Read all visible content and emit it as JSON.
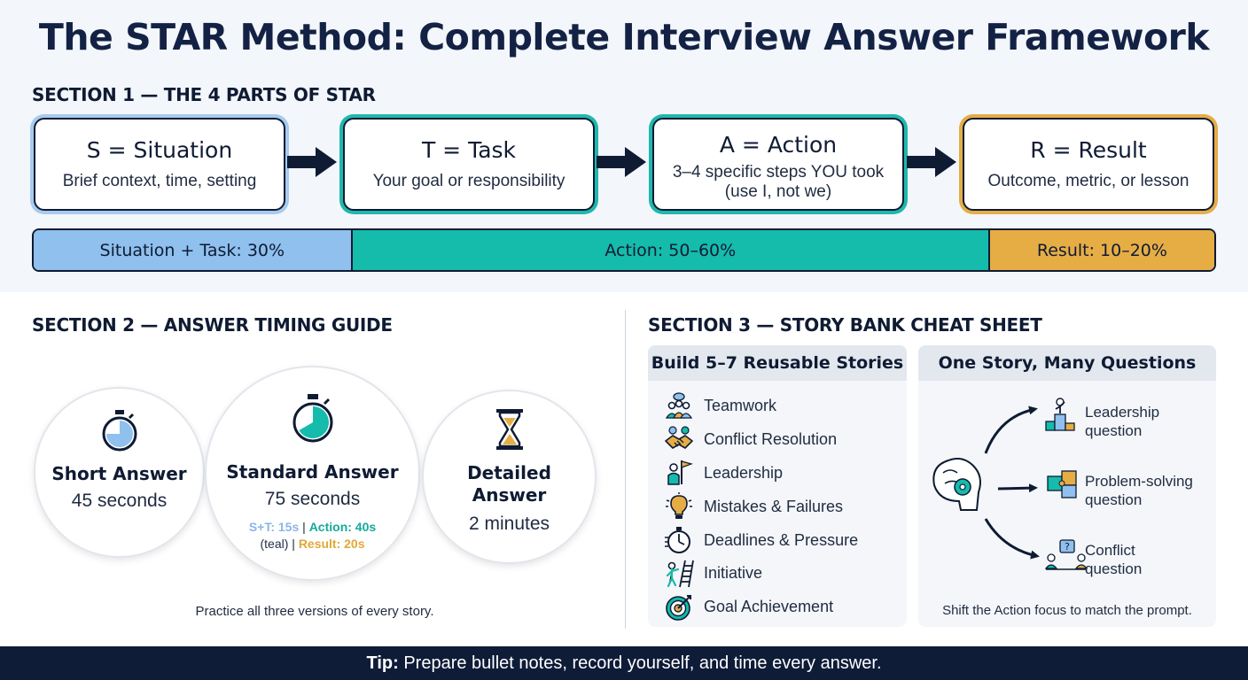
{
  "title": "The STAR Method: Complete Interview Answer Framework",
  "section1": {
    "heading": "SECTION 1 — THE 4 PARTS OF STAR",
    "parts": [
      {
        "title": "S = Situation",
        "desc": "Brief context, time, setting",
        "color": "#a7cbee"
      },
      {
        "title": "T = Task",
        "desc": "Your goal or responsibility",
        "color": "#1fb8ac"
      },
      {
        "title": "A = Action",
        "desc": "3–4 specific steps YOU took (use I, not we)",
        "color": "#1fb8ac"
      },
      {
        "title": "R = Result",
        "desc": "Outcome, metric, or lesson",
        "color": "#e4ad47"
      }
    ],
    "proportion": [
      {
        "label": "Situation + Task: 30%",
        "share": 27,
        "color": "#8fc0ee"
      },
      {
        "label": "Action: 50–60%",
        "share": 54,
        "color": "#15bbab"
      },
      {
        "label": "Result: 10–20%",
        "share": 19,
        "color": "#e7ad45"
      }
    ]
  },
  "section2": {
    "heading": "SECTION 2 — ANSWER TIMING GUIDE",
    "answers": [
      {
        "label": "Short Answer",
        "duration": "45 seconds",
        "icon": "stopwatch-quarter-icon"
      },
      {
        "label": "Standard Answer",
        "duration": "75 seconds",
        "icon": "stopwatch-teal-icon"
      },
      {
        "label_line1": "Detailed",
        "label_line2": "Answer",
        "duration": "2 minutes",
        "icon": "hourglass-icon"
      }
    ],
    "split": {
      "st": "S+T: 15s",
      "sep1": "|",
      "action": "Action: 40s",
      "teal_note": "(teal)",
      "sep2": "|",
      "result": "Result: 20s"
    },
    "note": "Practice all three versions of every story."
  },
  "section3": {
    "heading": "SECTION 3 — STORY BANK CHEAT SHEET",
    "left_title": "Build 5–7 Reusable Stories",
    "stories": [
      {
        "label": "Teamwork",
        "icon": "team-icon"
      },
      {
        "label": "Conflict Resolution",
        "icon": "handshake-icon"
      },
      {
        "label": "Leadership",
        "icon": "flag-leader-icon"
      },
      {
        "label": "Mistakes & Failures",
        "icon": "lightbulb-icon"
      },
      {
        "label": "Deadlines & Pressure",
        "icon": "stopwatch-icon"
      },
      {
        "label": "Initiative",
        "icon": "ladder-icon"
      },
      {
        "label": "Goal Achievement",
        "icon": "target-icon"
      }
    ],
    "right_title": "One Story, Many Questions",
    "questions": [
      {
        "line1": "Leadership",
        "line2": "question",
        "icon": "podium-icon"
      },
      {
        "line1": "Problem-solving",
        "line2": "question",
        "icon": "puzzle-icon"
      },
      {
        "line1": "Conflict",
        "line2": "question",
        "icon": "conflict-icon"
      }
    ],
    "right_note": "Shift the Action focus to match the prompt."
  },
  "footer": {
    "tip_label": "Tip:",
    "tip_text": " Prepare bullet notes, record yourself, and time every answer."
  }
}
